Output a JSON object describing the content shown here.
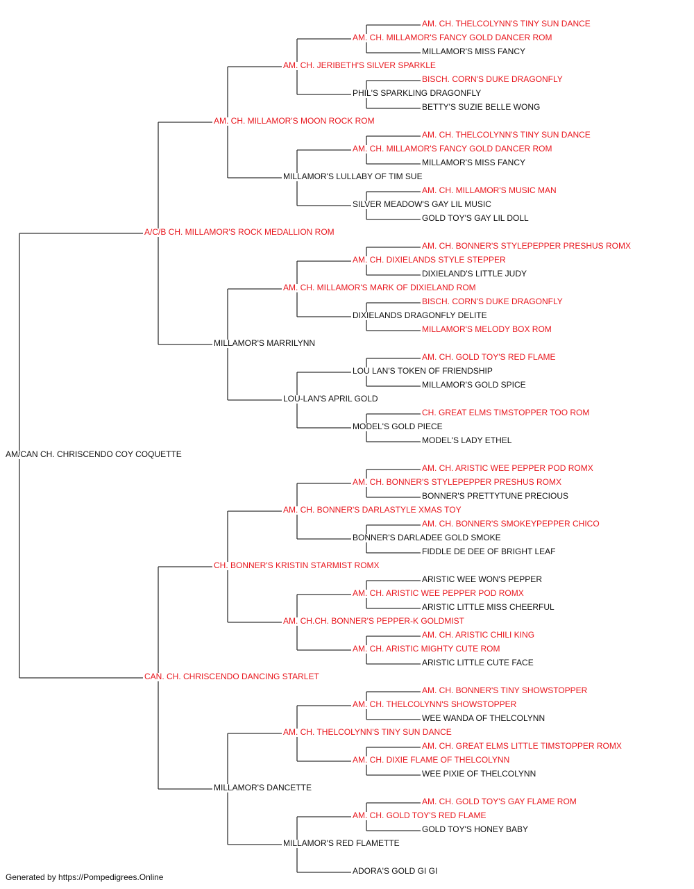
{
  "pedigree": {
    "name": "AM/CAN CH. CHRISCENDO COY COQUETTE",
    "champion": false,
    "sire": {
      "name": "A/C/B CH. MILLAMOR'S ROCK MEDALLION ROM",
      "champion": true,
      "sire": {
        "name": "AM. CH. MILLAMOR'S MOON ROCK ROM",
        "champion": true,
        "sire": {
          "name": "AM. CH. JERIBETH'S SILVER SPARKLE",
          "champion": true,
          "sire": {
            "name": "AM. CH. MILLAMOR'S FANCY GOLD DANCER ROM",
            "champion": true,
            "sire": {
              "name": "AM. CH. THELCOLYNN'S TINY SUN DANCE",
              "champion": true
            },
            "dam": {
              "name": "MILLAMOR'S MISS FANCY",
              "champion": false
            }
          },
          "dam": {
            "name": "PHIL'S SPARKLING DRAGONFLY",
            "champion": false,
            "sire": {
              "name": "BISCH. CORN'S DUKE DRAGONFLY",
              "champion": true
            },
            "dam": {
              "name": "BETTY'S SUZIE BELLE WONG",
              "champion": false
            }
          }
        },
        "dam": {
          "name": "MILLAMOR'S LULLABY OF TIM SUE",
          "champion": false,
          "sire": {
            "name": "AM. CH. MILLAMOR'S FANCY GOLD DANCER ROM",
            "champion": true,
            "sire": {
              "name": "AM. CH. THELCOLYNN'S TINY SUN DANCE",
              "champion": true
            },
            "dam": {
              "name": "MILLAMOR'S MISS FANCY",
              "champion": false
            }
          },
          "dam": {
            "name": "SILVER MEADOW'S GAY LIL MUSIC",
            "champion": false,
            "sire": {
              "name": "AM. CH. MILLAMOR'S MUSIC MAN",
              "champion": true
            },
            "dam": {
              "name": "GOLD TOY'S GAY LIL DOLL",
              "champion": false
            }
          }
        }
      },
      "dam": {
        "name": "MILLAMOR'S MARRILYNN",
        "champion": false,
        "sire": {
          "name": "AM. CH. MILLAMOR'S MARK OF DIXIELAND ROM",
          "champion": true,
          "sire": {
            "name": "AM. CH. DIXIELANDS STYLE STEPPER",
            "champion": true,
            "sire": {
              "name": "AM. CH. BONNER'S STYLEPEPPER PRESHUS ROMX",
              "champion": true
            },
            "dam": {
              "name": "DIXIELAND'S LITTLE JUDY",
              "champion": false
            }
          },
          "dam": {
            "name": "DIXIELANDS DRAGONFLY DELITE",
            "champion": false,
            "sire": {
              "name": "BISCH. CORN'S DUKE DRAGONFLY",
              "champion": true
            },
            "dam": {
              "name": "MILLAMOR'S MELODY BOX ROM",
              "champion": true
            }
          }
        },
        "dam": {
          "name": "LOU-LAN'S APRIL GOLD",
          "champion": false,
          "sire": {
            "name": "LOU LAN'S TOKEN OF FRIENDSHIP",
            "champion": false,
            "sire": {
              "name": "AM. CH. GOLD TOY'S RED FLAME",
              "champion": true
            },
            "dam": {
              "name": "MILLAMOR'S GOLD SPICE",
              "champion": false
            }
          },
          "dam": {
            "name": "MODEL'S GOLD PIECE",
            "champion": false,
            "sire": {
              "name": "CH. GREAT ELMS TIMSTOPPER TOO ROM",
              "champion": true
            },
            "dam": {
              "name": "MODEL'S LADY ETHEL",
              "champion": false
            }
          }
        }
      }
    },
    "dam": {
      "name": "CAN. CH. CHRISCENDO DANCING STARLET",
      "champion": true,
      "sire": {
        "name": "CH. BONNER'S KRISTIN STARMIST ROMX",
        "champion": true,
        "sire": {
          "name": "AM. CH. BONNER'S DARLASTYLE XMAS TOY",
          "champion": true,
          "sire": {
            "name": "AM. CH. BONNER'S STYLEPEPPER PRESHUS ROMX",
            "champion": true,
            "sire": {
              "name": "AM. CH. ARISTIC WEE PEPPER POD ROMX",
              "champion": true
            },
            "dam": {
              "name": "BONNER'S PRETTYTUNE PRECIOUS",
              "champion": false
            }
          },
          "dam": {
            "name": "BONNER'S DARLADEE GOLD SMOKE",
            "champion": false,
            "sire": {
              "name": "AM. CH. BONNER'S SMOKEYPEPPER CHICO",
              "champion": true
            },
            "dam": {
              "name": "FIDDLE DE DEE OF BRIGHT LEAF",
              "champion": false
            }
          }
        },
        "dam": {
          "name": "AM. CH.CH. BONNER'S PEPPER-K GOLDMIST",
          "champion": true,
          "sire": {
            "name": "AM. CH. ARISTIC WEE PEPPER POD ROMX",
            "champion": true,
            "sire": {
              "name": "ARISTIC WEE WON'S PEPPER",
              "champion": false
            },
            "dam": {
              "name": "ARISTIC LITTLE MISS CHEERFUL",
              "champion": false
            }
          },
          "dam": {
            "name": "AM. CH. ARISTIC MIGHTY CUTE ROM",
            "champion": true,
            "sire": {
              "name": "AM. CH. ARISTIC CHILI KING",
              "champion": true
            },
            "dam": {
              "name": "ARISTIC LITTLE CUTE FACE",
              "champion": false
            }
          }
        }
      },
      "dam": {
        "name": "MILLAMOR'S DANCETTE",
        "champion": false,
        "sire": {
          "name": "AM. CH. THELCOLYNN'S TINY SUN DANCE",
          "champion": true,
          "sire": {
            "name": "AM. CH. THELCOLYNN'S SHOWSTOPPER",
            "champion": true,
            "sire": {
              "name": "AM. CH. BONNER'S TINY SHOWSTOPPER",
              "champion": true
            },
            "dam": {
              "name": "WEE WANDA OF THELCOLYNN",
              "champion": false
            }
          },
          "dam": {
            "name": "AM. CH. DIXIE FLAME OF THELCOLYNN",
            "champion": true,
            "sire": {
              "name": "AM. CH. GREAT ELMS LITTLE TIMSTOPPER ROMX",
              "champion": true
            },
            "dam": {
              "name": "WEE PIXIE OF THELCOLYNN",
              "champion": false
            }
          }
        },
        "dam": {
          "name": "MILLAMOR'S RED FLAMETTE",
          "champion": false,
          "sire": {
            "name": "AM. CH. GOLD TOY'S RED FLAME",
            "champion": true,
            "sire": {
              "name": "AM. CH. GOLD TOY'S GAY FLAME ROM",
              "champion": true
            },
            "dam": {
              "name": "GOLD TOY'S HONEY BABY",
              "champion": false
            }
          },
          "dam": {
            "name": "ADORA'S GOLD GI GI",
            "champion": false
          }
        }
      }
    }
  },
  "footer": "Generated by https://Pompedigrees.Online",
  "colors": {
    "champion": "#e8161d",
    "plain": "#111111",
    "line": "#333333"
  }
}
